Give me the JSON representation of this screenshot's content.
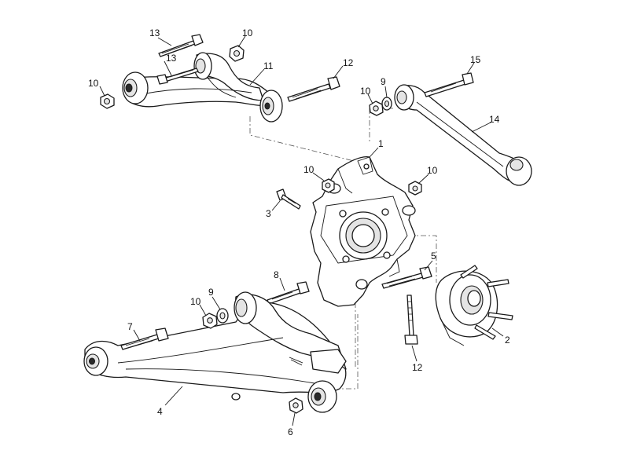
{
  "callouts": [
    {
      "id": "c13a",
      "text": "13"
    },
    {
      "id": "c10a",
      "text": "10"
    },
    {
      "id": "c13b",
      "text": "13"
    },
    {
      "id": "c11",
      "text": "11"
    },
    {
      "id": "c10b",
      "text": "10"
    },
    {
      "id": "c12a",
      "text": "12"
    },
    {
      "id": "c15",
      "text": "15"
    },
    {
      "id": "c9a",
      "text": "9"
    },
    {
      "id": "c10c",
      "text": "10"
    },
    {
      "id": "c14",
      "text": "14"
    },
    {
      "id": "c1",
      "text": "1"
    },
    {
      "id": "c10d",
      "text": "10"
    },
    {
      "id": "c10e",
      "text": "10"
    },
    {
      "id": "c3",
      "text": "3"
    },
    {
      "id": "c5",
      "text": "5"
    },
    {
      "id": "c8",
      "text": "8"
    },
    {
      "id": "c10f",
      "text": "10"
    },
    {
      "id": "c9b",
      "text": "9"
    },
    {
      "id": "c7",
      "text": "7"
    },
    {
      "id": "c2",
      "text": "2"
    },
    {
      "id": "c12b",
      "text": "12"
    },
    {
      "id": "c4",
      "text": "4"
    },
    {
      "id": "c6",
      "text": "6"
    }
  ]
}
